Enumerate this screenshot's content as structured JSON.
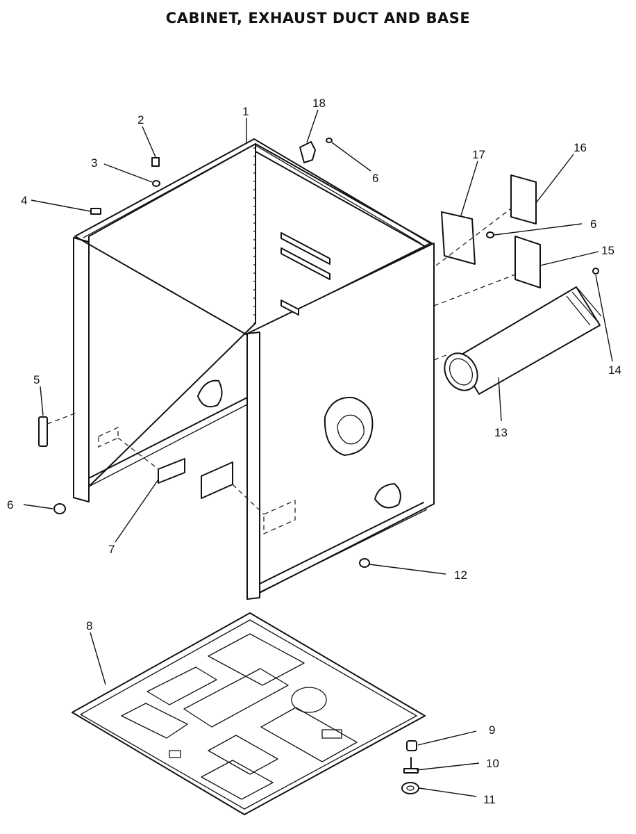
{
  "title": "CABINET, EXHAUST DUCT AND BASE",
  "callouts": [
    {
      "id": "c1",
      "label": "1"
    },
    {
      "id": "c2",
      "label": "2"
    },
    {
      "id": "c3",
      "label": "3"
    },
    {
      "id": "c4",
      "label": "4"
    },
    {
      "id": "c5",
      "label": "5"
    },
    {
      "id": "c6a",
      "label": "6"
    },
    {
      "id": "c6b",
      "label": "6"
    },
    {
      "id": "c6c",
      "label": "6"
    },
    {
      "id": "c7",
      "label": "7"
    },
    {
      "id": "c8",
      "label": "8"
    },
    {
      "id": "c9",
      "label": "9"
    },
    {
      "id": "c10",
      "label": "10"
    },
    {
      "id": "c11",
      "label": "11"
    },
    {
      "id": "c12",
      "label": "12"
    },
    {
      "id": "c13",
      "label": "13"
    },
    {
      "id": "c14",
      "label": "14"
    },
    {
      "id": "c15",
      "label": "15"
    },
    {
      "id": "c16",
      "label": "16"
    },
    {
      "id": "c17",
      "label": "17"
    },
    {
      "id": "c18",
      "label": "18"
    }
  ]
}
